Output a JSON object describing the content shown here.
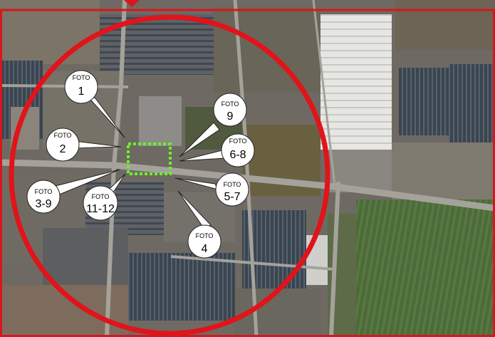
{
  "map": {
    "view": "satellite",
    "frame_color": "#d8161b",
    "radius_ring_color": "#e0141a",
    "site_outline_color": "#6cf02a",
    "callout_fill": "#ffffff",
    "callout_stroke": "#222222"
  },
  "callouts": [
    {
      "id": "foto-1",
      "prefix": "FOTO",
      "number": "1"
    },
    {
      "id": "foto-2",
      "prefix": "FOTO",
      "number": "2"
    },
    {
      "id": "foto-3-9",
      "prefix": "FOTO",
      "number": "3-9"
    },
    {
      "id": "foto-11-12",
      "prefix": "FOTO",
      "number": "11-12"
    },
    {
      "id": "foto-9",
      "prefix": "FOTO",
      "number": "9"
    },
    {
      "id": "foto-6-8",
      "prefix": "FOTO",
      "number": "6-8"
    },
    {
      "id": "foto-5-7",
      "prefix": "FOTO",
      "number": "5-7"
    },
    {
      "id": "foto-4",
      "prefix": "FOTO",
      "number": "4"
    }
  ]
}
